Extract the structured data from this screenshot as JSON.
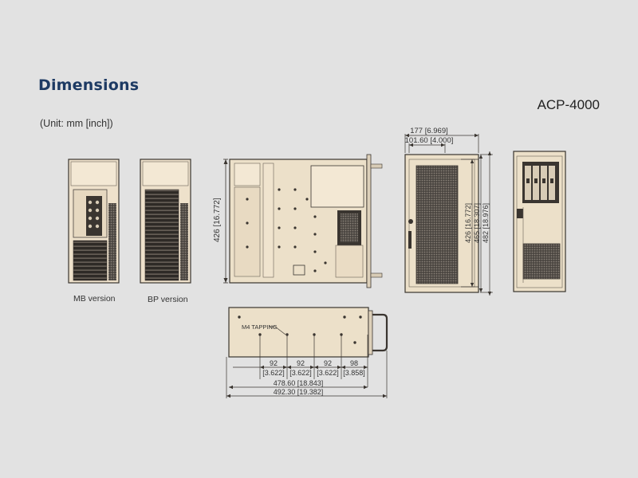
{
  "header": {
    "title": "Dimensions",
    "model": "ACP-4000",
    "unit_note": "(Unit: mm [inch])"
  },
  "front_views": {
    "mb_caption": "MB version",
    "bp_caption": "BP version"
  },
  "top_view": {
    "depth_label": "426 [16.772]"
  },
  "side_view": {
    "tapping_label": "M4 TAPPING",
    "spacings": [
      {
        "mm": "92",
        "inch": "[3.622]"
      },
      {
        "mm": "92",
        "inch": "[3.622]"
      },
      {
        "mm": "92",
        "inch": "[3.622]"
      },
      {
        "mm": "98",
        "inch": "[3.858]"
      }
    ],
    "length_1": "478.60 [18.843]",
    "length_2": "492.30 [19.382]"
  },
  "front_panel": {
    "width_outer": "177 [6.969]",
    "width_inner": "101.60 [4.000]",
    "height_1": "426 [16.772]",
    "height_2": "465 [18.307]",
    "height_3": "482 [18.976]"
  },
  "colors": {
    "chassis": "#eee1cb",
    "outline": "#3a3530",
    "title": "#1d3a63",
    "background": "#e2e2e2"
  }
}
